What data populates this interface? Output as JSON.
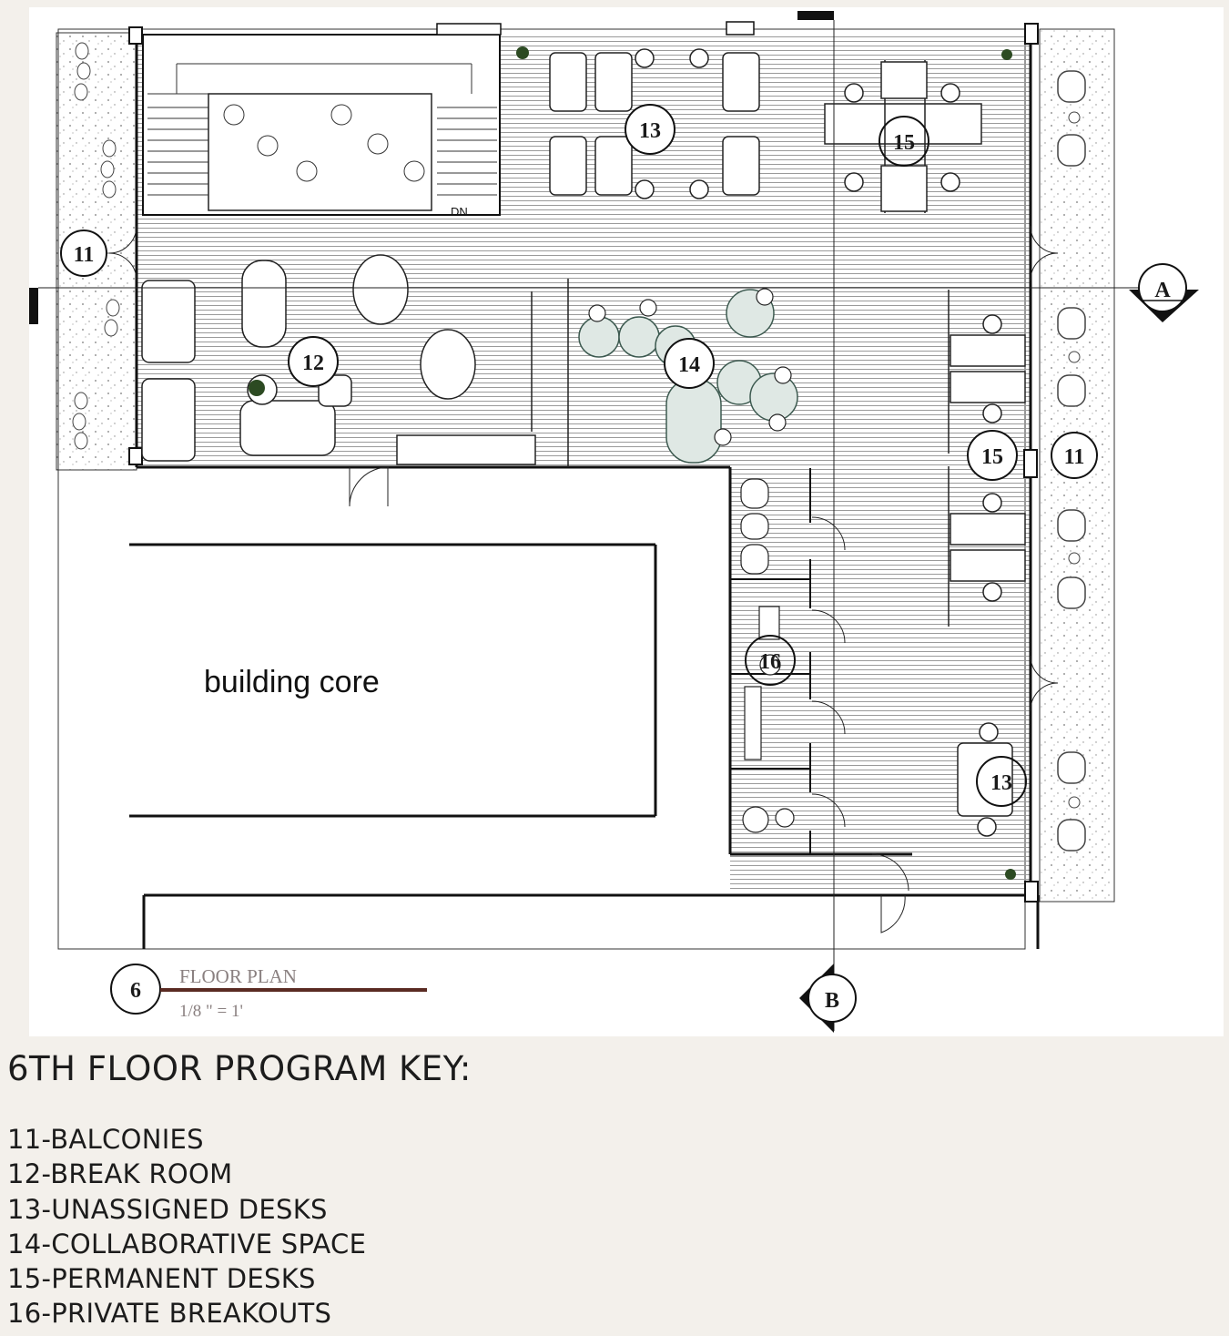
{
  "plan": {
    "core_label": "building core",
    "stair_label": "DN",
    "drawing_number": "6",
    "drawing_title": "FLOOR PLAN",
    "drawing_scale": "1/8 \" = 1'",
    "section_markers": {
      "a": "A",
      "b": "B"
    },
    "tags": {
      "balcony_west": "11",
      "balcony_east": "11",
      "break_room": "12",
      "unassigned_north": "13",
      "unassigned_east": "13",
      "collab": "14",
      "permanent_north": "15",
      "permanent_east": "15",
      "private": "16"
    },
    "colors": {
      "wall": "#111111",
      "floor_hatch": "#9a9a9a",
      "balcony_fill": "#f6f6f4",
      "collab_fill": "#dfe8e4",
      "title_bar": "#5a2a22",
      "plant": "#2c4a22"
    }
  },
  "key": {
    "title": "6TH FLOOR PROGRAM KEY:",
    "items": [
      "11-BALCONIES",
      "12-BREAK ROOM",
      "13-UNASSIGNED DESKS",
      "14-COLLABORATIVE SPACE",
      "15-PERMANENT DESKS",
      "16-PRIVATE BREAKOUTS"
    ]
  }
}
